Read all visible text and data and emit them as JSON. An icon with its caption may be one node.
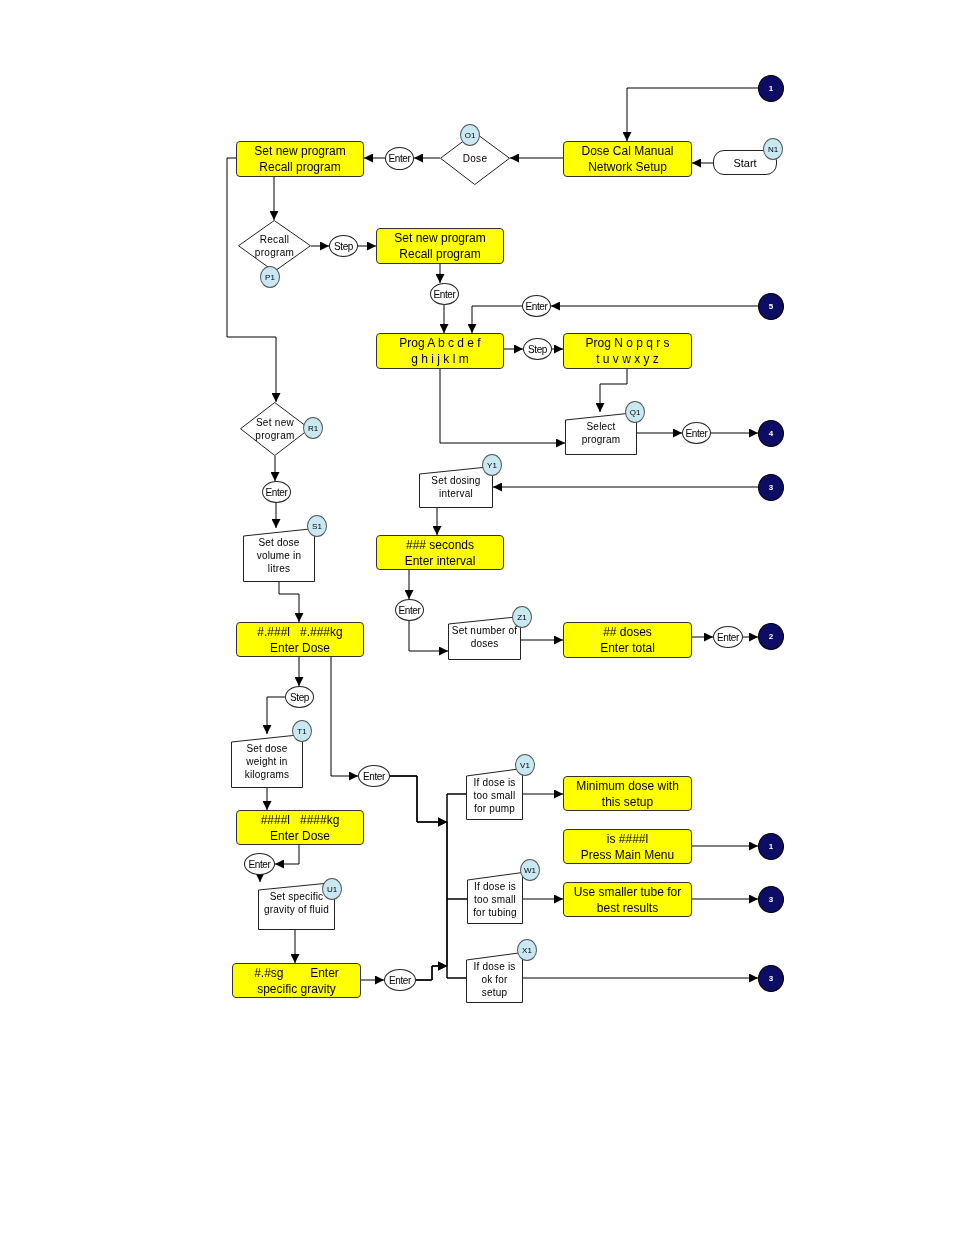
{
  "diagram": {
    "nodes": [
      {
        "text": [
          "1"
        ]
      },
      {
        "text": [
          "Start"
        ]
      },
      {
        "text": [
          "N1"
        ]
      },
      {
        "text": [
          "Dose Cal Manual",
          "Network Setup"
        ]
      },
      {
        "text": [
          "Dose"
        ]
      },
      {
        "text": [
          "O1"
        ]
      },
      {
        "text": [
          "Enter"
        ]
      },
      {
        "text": [
          "Set new program",
          "Recall program"
        ]
      },
      {
        "text": [
          "Recall program"
        ]
      },
      {
        "text": [
          "P1"
        ]
      },
      {
        "text": [
          "Step"
        ]
      },
      {
        "text": [
          "Set new program",
          "Recall program"
        ]
      },
      {
        "text": [
          "Enter"
        ]
      },
      {
        "text": [
          "5"
        ]
      },
      {
        "text": [
          "Enter"
        ]
      },
      {
        "text": [
          "Prog A b c d e f",
          "g h i j k l m"
        ]
      },
      {
        "text": [
          "Step"
        ]
      },
      {
        "text": [
          "Prog N o p q r s",
          "t u v w x y z"
        ]
      },
      {
        "text": [
          "Select program"
        ]
      },
      {
        "text": [
          "Q1"
        ]
      },
      {
        "text": [
          "Enter"
        ]
      },
      {
        "text": [
          "4"
        ]
      },
      {
        "text": [
          "Set new program"
        ]
      },
      {
        "text": [
          "R1"
        ]
      },
      {
        "text": [
          "Enter"
        ]
      },
      {
        "text": [
          "Set dosing interval"
        ]
      },
      {
        "text": [
          "Y1"
        ]
      },
      {
        "text": [
          "3"
        ]
      },
      {
        "text": [
          "Set dose volume in litres"
        ]
      },
      {
        "text": [
          "S1"
        ]
      },
      {
        "text": [
          "### seconds",
          "Enter interval"
        ]
      },
      {
        "text": [
          "Enter"
        ]
      },
      {
        "text": [
          "Set number of doses"
        ]
      },
      {
        "text": [
          "Z1"
        ]
      },
      {
        "text": [
          "## doses",
          "Enter total"
        ]
      },
      {
        "text": [
          "Enter"
        ]
      },
      {
        "text": [
          "2"
        ]
      },
      {
        "text": [
          "#.###l   #.###kg",
          "Enter Dose"
        ]
      },
      {
        "text": [
          "Step"
        ]
      },
      {
        "text": [
          "Set dose weight in kilograms"
        ]
      },
      {
        "text": [
          "T1"
        ]
      },
      {
        "text": [
          "Enter"
        ]
      },
      {
        "text": [
          "If dose is too small for pump"
        ]
      },
      {
        "text": [
          "V1"
        ]
      },
      {
        "text": [
          "Minimum dose with this setup"
        ]
      },
      {
        "text": [
          "is ####l",
          "Press Main Menu"
        ]
      },
      {
        "text": [
          "1"
        ]
      },
      {
        "text": [
          "####l   ####kg",
          "Enter Dose"
        ]
      },
      {
        "text": [
          "Enter"
        ]
      },
      {
        "text": [
          "If dose is too small for tubing"
        ]
      },
      {
        "text": [
          "W1"
        ]
      },
      {
        "text": [
          "Use smaller tube for best results"
        ]
      },
      {
        "text": [
          "3"
        ]
      },
      {
        "text": [
          "Set specific gravity of fluid"
        ]
      },
      {
        "text": [
          "U1"
        ]
      },
      {
        "text": [
          "#.#sg        Enter",
          "specific gravity"
        ]
      },
      {
        "text": [
          "Enter"
        ]
      },
      {
        "text": [
          "If dose is ok for setup"
        ]
      },
      {
        "text": [
          "X1"
        ]
      },
      {
        "text": [
          "3"
        ]
      }
    ],
    "edges": [
      {
        "from": 0,
        "to": 3,
        "arrow": "to"
      },
      {
        "from": 1,
        "to": 3,
        "arrow": "to"
      },
      {
        "from": 3,
        "to": 4,
        "arrow": "to"
      },
      {
        "from": 4,
        "to": 6,
        "arrow": "to"
      },
      {
        "from": 6,
        "to": 7,
        "arrow": "to"
      },
      {
        "from": 7,
        "to": 8,
        "arrow": "to"
      },
      {
        "from": 7,
        "to": 22,
        "arrow": "to"
      },
      {
        "from": 8,
        "to": 10,
        "arrow": "to"
      },
      {
        "from": 10,
        "to": 11,
        "arrow": "to"
      },
      {
        "from": 11,
        "to": 12,
        "arrow": "to"
      },
      {
        "from": 12,
        "to": 15,
        "arrow": "to"
      },
      {
        "from": 13,
        "to": 14,
        "arrow": "to"
      },
      {
        "from": 14,
        "to": 15,
        "arrow": "to"
      },
      {
        "from": 15,
        "to": 16,
        "arrow": "to"
      },
      {
        "from": 16,
        "to": 17,
        "arrow": "to"
      },
      {
        "from": 17,
        "to": 18,
        "arrow": "to"
      },
      {
        "from": 15,
        "to": 18,
        "arrow": "to"
      },
      {
        "from": 18,
        "to": 20,
        "arrow": "to"
      },
      {
        "from": 20,
        "to": 21,
        "arrow": "to"
      },
      {
        "from": 22,
        "to": 24,
        "arrow": "to"
      },
      {
        "from": 24,
        "to": 28,
        "arrow": "to"
      },
      {
        "from": 27,
        "to": 25,
        "arrow": "to"
      },
      {
        "from": 25,
        "to": 30,
        "arrow": "to"
      },
      {
        "from": 30,
        "to": 31,
        "arrow": "to"
      },
      {
        "from": 31,
        "to": 32,
        "arrow": "to"
      },
      {
        "from": 32,
        "to": 34,
        "arrow": "to"
      },
      {
        "from": 34,
        "to": 35,
        "arrow": "to"
      },
      {
        "from": 35,
        "to": 36,
        "arrow": "to"
      },
      {
        "from": 28,
        "to": 37,
        "arrow": "to"
      },
      {
        "from": 37,
        "to": 38,
        "arrow": "to"
      },
      {
        "from": 38,
        "to": 39,
        "arrow": "to"
      },
      {
        "from": 37,
        "to": 41,
        "arrow": "to"
      },
      {
        "from": 41,
        "to": 42,
        "arrow": "to"
      },
      {
        "from": 41,
        "to": 49,
        "arrow": "to"
      },
      {
        "from": 41,
        "to": 57,
        "arrow": "to"
      },
      {
        "from": 39,
        "to": 47,
        "arrow": "to"
      },
      {
        "from": 47,
        "to": 48,
        "arrow": "to"
      },
      {
        "from": 48,
        "to": 53,
        "arrow": "to"
      },
      {
        "from": 53,
        "to": 55,
        "arrow": "to"
      },
      {
        "from": 55,
        "to": 56,
        "arrow": "to"
      },
      {
        "from": 56,
        "to": 42,
        "arrow": "to"
      },
      {
        "from": 56,
        "to": 49,
        "arrow": "to"
      },
      {
        "from": 56,
        "to": 57,
        "arrow": "to"
      },
      {
        "from": 42,
        "to": 44,
        "arrow": "to"
      },
      {
        "from": 45,
        "to": 46,
        "arrow": "to"
      },
      {
        "from": 49,
        "to": 51,
        "arrow": "to"
      },
      {
        "from": 51,
        "to": 52,
        "arrow": "to"
      },
      {
        "from": 57,
        "to": 59,
        "arrow": "to"
      }
    ]
  }
}
